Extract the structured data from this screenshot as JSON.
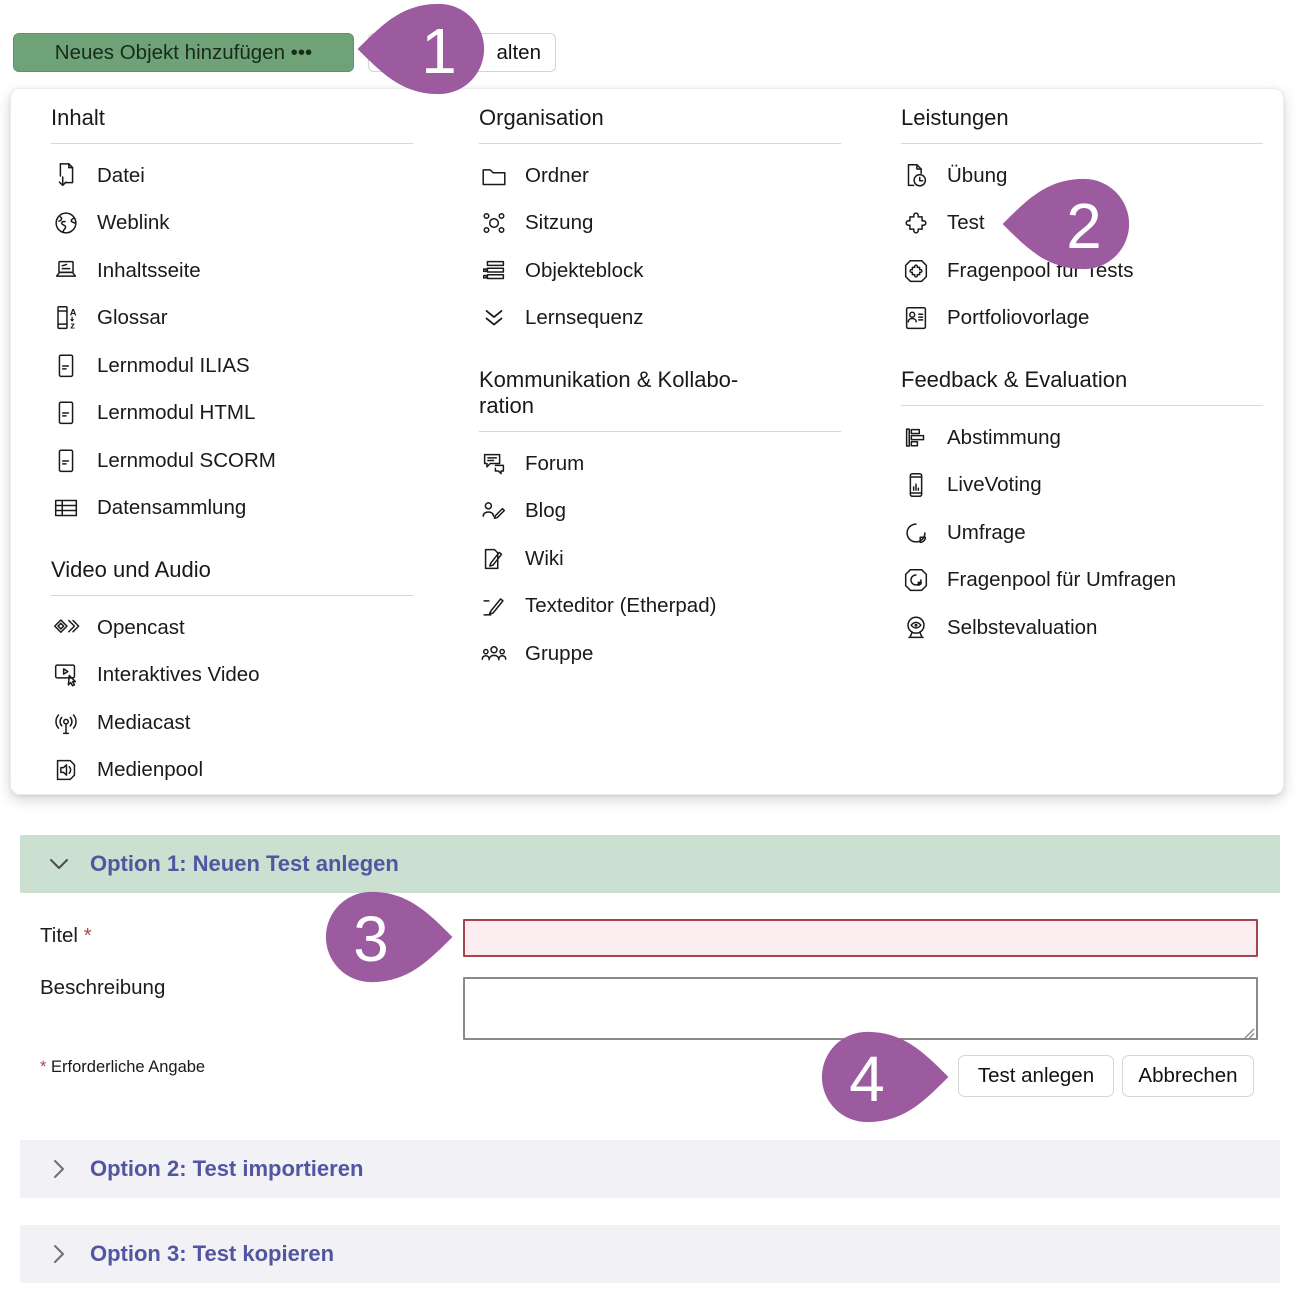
{
  "toolbar": {
    "add_object_label": "Neues Objekt hinzufügen •••",
    "partial_button_label": "alten"
  },
  "menu": {
    "columns": [
      {
        "sections": [
          {
            "title": "Inhalt",
            "items": [
              {
                "label": "Datei",
                "icon": "file"
              },
              {
                "label": "Weblink",
                "icon": "weblink"
              },
              {
                "label": "Inhaltsseite",
                "icon": "content-page"
              },
              {
                "label": "Glossar",
                "icon": "glossary"
              },
              {
                "label": "Lernmodul ILIAS",
                "icon": "learning-module"
              },
              {
                "label": "Lernmodul HTML",
                "icon": "learning-module"
              },
              {
                "label": "Lernmodul SCORM",
                "icon": "learning-module"
              },
              {
                "label": "Datensammlung",
                "icon": "data-collection"
              }
            ]
          },
          {
            "title": "Video und Audio",
            "items": [
              {
                "label": "Opencast",
                "icon": "opencast"
              },
              {
                "label": "Interaktives Video",
                "icon": "interactive-video"
              },
              {
                "label": "Mediacast",
                "icon": "mediacast"
              },
              {
                "label": "Medienpool",
                "icon": "media-pool"
              }
            ]
          }
        ]
      },
      {
        "sections": [
          {
            "title": "Organisation",
            "items": [
              {
                "label": "Ordner",
                "icon": "folder"
              },
              {
                "label": "Sitzung",
                "icon": "session"
              },
              {
                "label": "Objekteblock",
                "icon": "object-block"
              },
              {
                "label": "Lernsequenz",
                "icon": "learning-sequence"
              }
            ]
          },
          {
            "title": "Kommunikation & Kollabo­ration",
            "items": [
              {
                "label": "Forum",
                "icon": "forum"
              },
              {
                "label": "Blog",
                "icon": "blog"
              },
              {
                "label": "Wiki",
                "icon": "wiki"
              },
              {
                "label": "Texteditor (Etherpad)",
                "icon": "text-editor"
              },
              {
                "label": "Gruppe",
                "icon": "group"
              }
            ]
          }
        ]
      },
      {
        "sections": [
          {
            "title": "Leistungen",
            "items": [
              {
                "label": "Übung",
                "icon": "exercise"
              },
              {
                "label": "Test",
                "icon": "test"
              },
              {
                "label": "Fragenpool für Tests",
                "icon": "question-pool-test"
              },
              {
                "label": "Portfoliovorlage",
                "icon": "portfolio-template"
              }
            ]
          },
          {
            "title": "Feedback & Evaluation",
            "items": [
              {
                "label": "Abstimmung",
                "icon": "poll"
              },
              {
                "label": "LiveVoting",
                "icon": "live-voting"
              },
              {
                "label": "Umfrage",
                "icon": "survey"
              },
              {
                "label": "Fragenpool für Umfragen",
                "icon": "question-pool-survey"
              },
              {
                "label": "Selbstevaluation",
                "icon": "self-evaluation"
              }
            ]
          }
        ]
      }
    ]
  },
  "accordions": {
    "option1": "Option 1: Neuen Test anlegen",
    "option2": "Option 2: Test importieren",
    "option3": "Option 3: Test kopieren"
  },
  "form": {
    "title_label": "Titel",
    "title_required_mark": "*",
    "title_value": "",
    "description_label": "Beschreibung",
    "required_note_star": "*",
    "required_note_text": " Erforderliche Angabe",
    "submit_label": "Test anlegen",
    "cancel_label": "Abbrechen"
  },
  "callouts": [
    {
      "number": "1",
      "direction": "left"
    },
    {
      "number": "2",
      "direction": "left"
    },
    {
      "number": "3",
      "direction": "right"
    },
    {
      "number": "4",
      "direction": "right"
    }
  ],
  "colors": {
    "primary_button_green": "#6FA377",
    "option1_header_green": "#CBE0D1",
    "accordion_lavender": "#F2F1F6",
    "heading_purple": "#5156A0",
    "callout_purple": "#9C5B9E",
    "required_red": "#A4454E",
    "invalid_input_bg": "#FBEDEF"
  }
}
